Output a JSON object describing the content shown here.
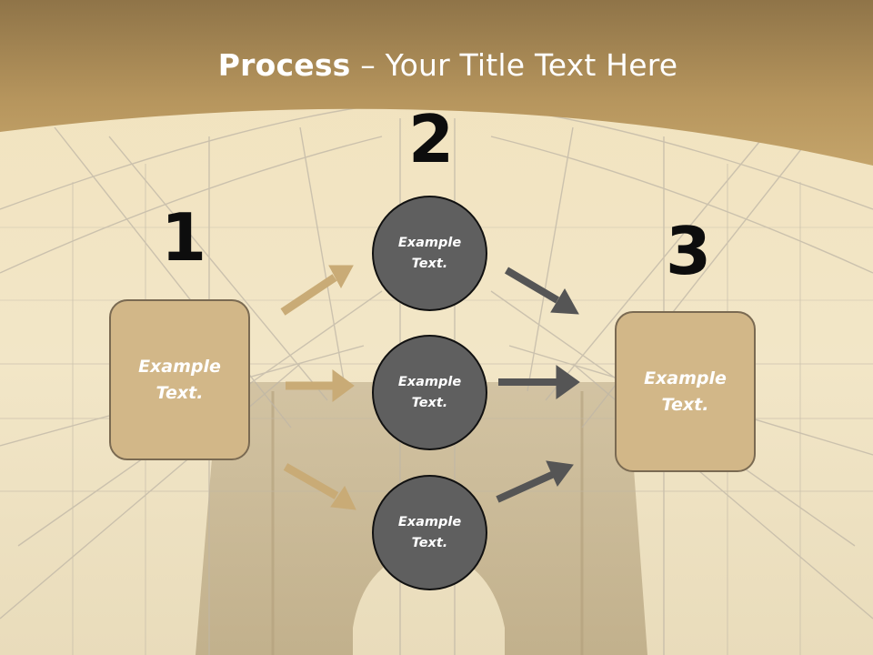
{
  "slide": {
    "title_bold": "Process",
    "title_rest": " – Your Title Text Here",
    "step_numbers": [
      "1",
      "2",
      "3"
    ],
    "left_box": "Example Text.",
    "right_box": "Example Text.",
    "circles": [
      "Example Text.",
      "Example Text.",
      "Example Text."
    ]
  },
  "colors": {
    "banner": "#b5955f",
    "box_fill": "#d2b788",
    "circle_fill": "#5f5f5f",
    "arrow_tan": "#c9ab76",
    "arrow_dark": "#555555",
    "sky": "#f4e6c2"
  }
}
